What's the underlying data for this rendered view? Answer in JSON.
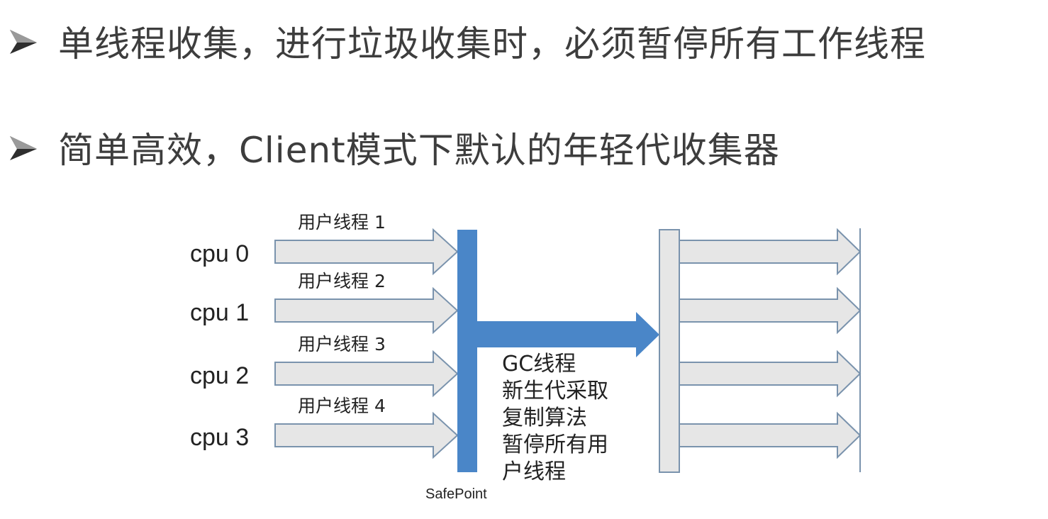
{
  "bullets": [
    {
      "icon": "arrowhead-bullet-icon",
      "text": "单线程收集，进行垃圾收集时，必须暂停所有工作线程"
    },
    {
      "icon": "arrowhead-bullet-icon",
      "text": "简单高效，Client模式下默认的年轻代收集器"
    }
  ],
  "diagram": {
    "cpus": [
      {
        "label": "cpu 0",
        "thread": "用户线程 1"
      },
      {
        "label": "cpu 1",
        "thread": "用户线程 2"
      },
      {
        "label": "cpu 2",
        "thread": "用户线程 3"
      },
      {
        "label": "cpu 3",
        "thread": "用户线程 4"
      }
    ],
    "safepoint_label": "SafePoint",
    "gc_lines": [
      "GC线程",
      "新生代采取",
      "复制算法",
      "暂停所有用",
      "户线程"
    ],
    "resumed_thread_count": 4,
    "colors": {
      "safepoint_bar": "#4a86c8",
      "gc_arrow": "#4a86c8",
      "thread_arrow_fill": "#e6e6e6",
      "thread_arrow_stroke": "#7a93ad",
      "resume_bar_fill": "#e6e6e6"
    }
  }
}
